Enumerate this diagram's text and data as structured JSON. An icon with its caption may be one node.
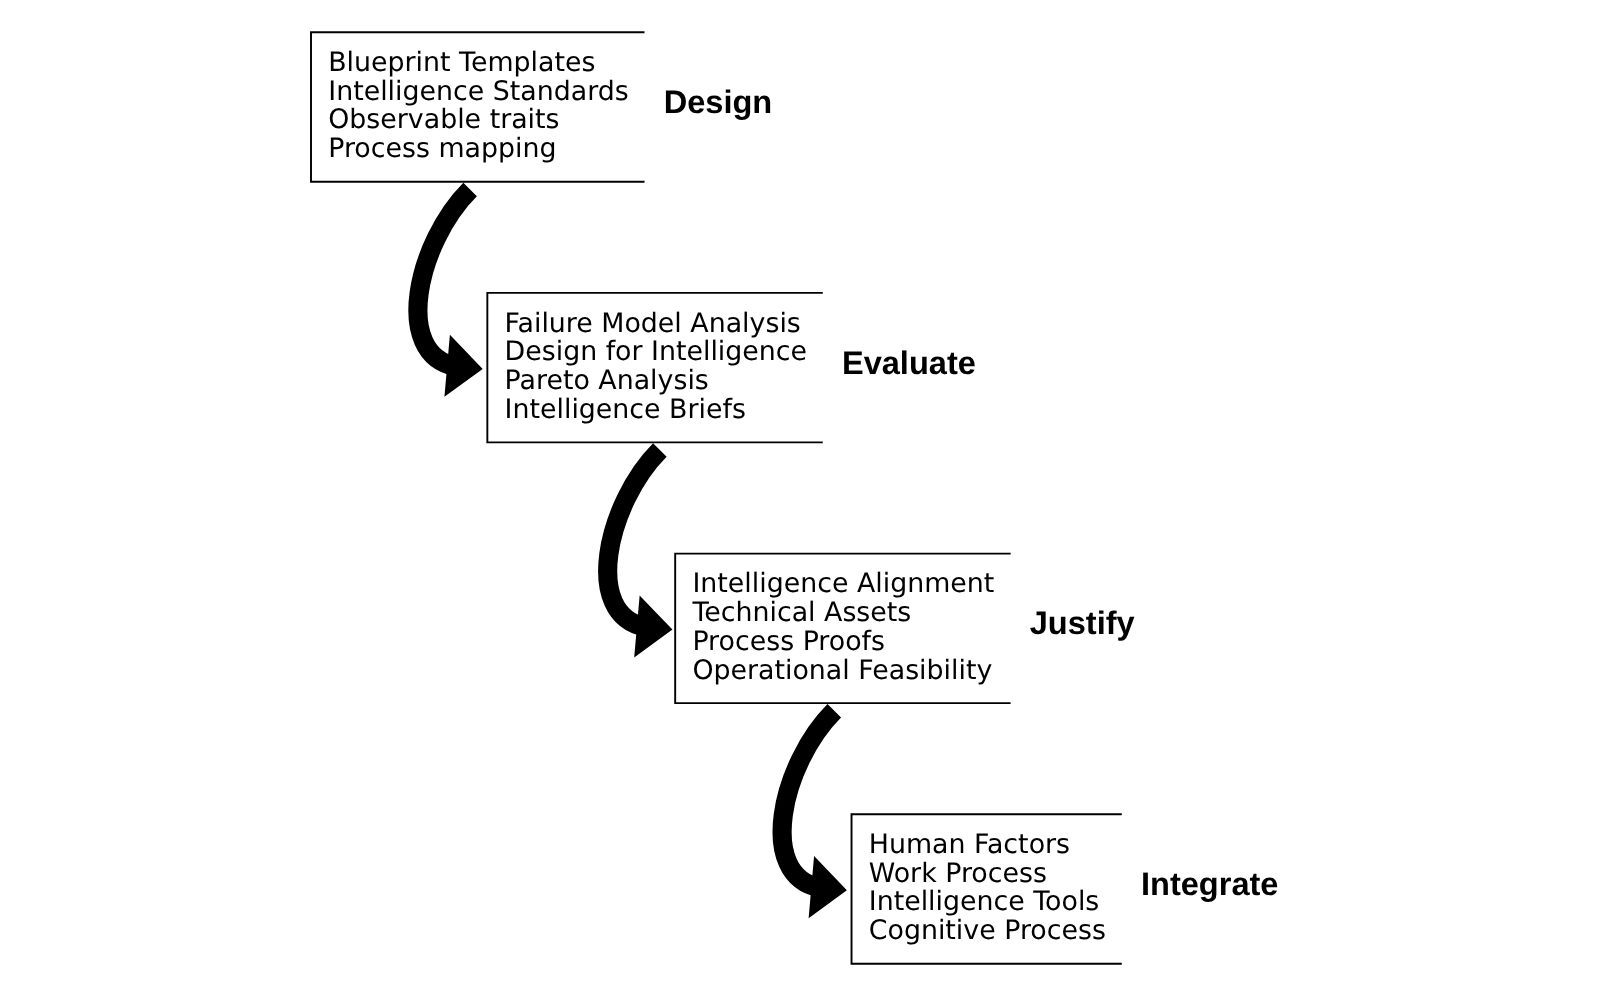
{
  "diagram": {
    "nodes": [
      {
        "text": [
          "Design",
          "Blueprint Templates",
          "Intelligence Standards",
          "Observable traits",
          "Process mapping"
        ]
      },
      {
        "text": [
          "Evaluate",
          "Failure Model Analysis",
          "Design for Intelligence",
          "Pareto Analysis",
          "Intelligence Briefs"
        ]
      },
      {
        "text": [
          "Justify",
          "Intelligence Alignment",
          "Technical Assets",
          "Process Proofs",
          "Operational Feasibility"
        ]
      },
      {
        "text": [
          "Integrate",
          "Human Factors",
          "Work Process",
          "Intelligence Tools",
          "Cognitive Process"
        ]
      }
    ],
    "edges": [
      {
        "from": 0,
        "to": 1,
        "arrow": "to"
      },
      {
        "from": 1,
        "to": 2,
        "arrow": "to"
      },
      {
        "from": 2,
        "to": 3,
        "arrow": "to"
      }
    ]
  }
}
